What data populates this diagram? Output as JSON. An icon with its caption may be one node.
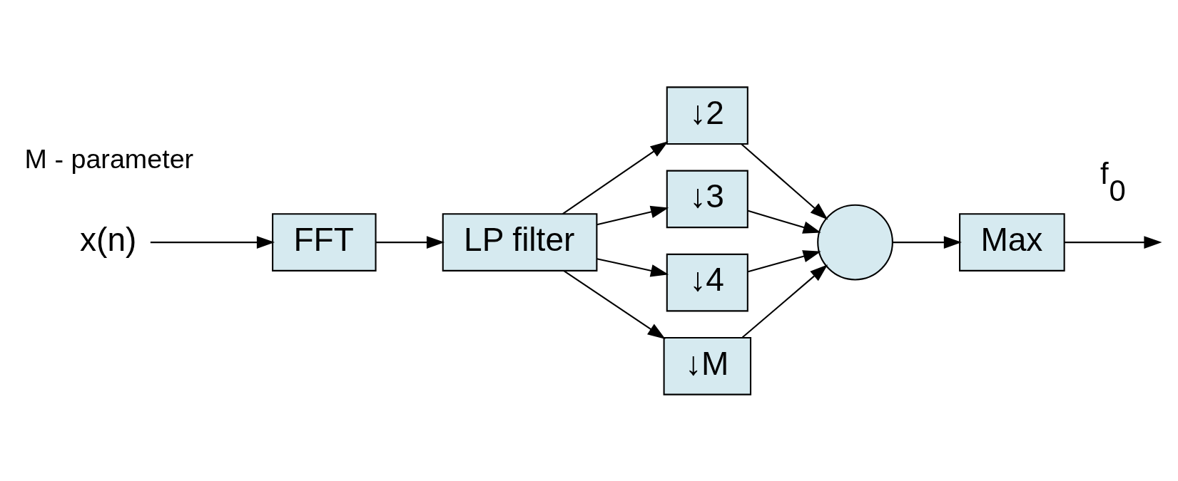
{
  "diagram": {
    "nodes": [
      {
        "text": [
          "x(n)"
        ]
      },
      {
        "text": [
          "FFT"
        ]
      },
      {
        "text": [
          "LP filter"
        ]
      },
      {
        "text": [
          "↓2"
        ]
      },
      {
        "text": [
          "↓3"
        ]
      },
      {
        "text": [
          "↓4"
        ]
      },
      {
        "text": [
          "↓M"
        ]
      },
      {
        "text": [],
        "shape": "circle"
      },
      {
        "text": [
          "Max"
        ]
      }
    ],
    "edges": [
      {
        "from": 0,
        "to": 1,
        "arrow": "to"
      },
      {
        "from": 1,
        "to": 2,
        "arrow": "to"
      },
      {
        "from": 2,
        "to": 3,
        "arrow": "to"
      },
      {
        "from": 2,
        "to": 4,
        "arrow": "to"
      },
      {
        "from": 2,
        "to": 5,
        "arrow": "to"
      },
      {
        "from": 2,
        "to": 6,
        "arrow": "to"
      },
      {
        "from": 3,
        "to": 7,
        "arrow": "to"
      },
      {
        "from": 4,
        "to": 7,
        "arrow": "to"
      },
      {
        "from": 5,
        "to": 7,
        "arrow": "to"
      },
      {
        "from": 6,
        "to": 7,
        "arrow": "to"
      },
      {
        "from": 7,
        "to": 8,
        "arrow": "to"
      },
      {
        "from": 8,
        "to": null,
        "arrow": "to",
        "label": "f$_{0}$"
      }
    ],
    "labels": [
      "M - parameter"
    ]
  }
}
